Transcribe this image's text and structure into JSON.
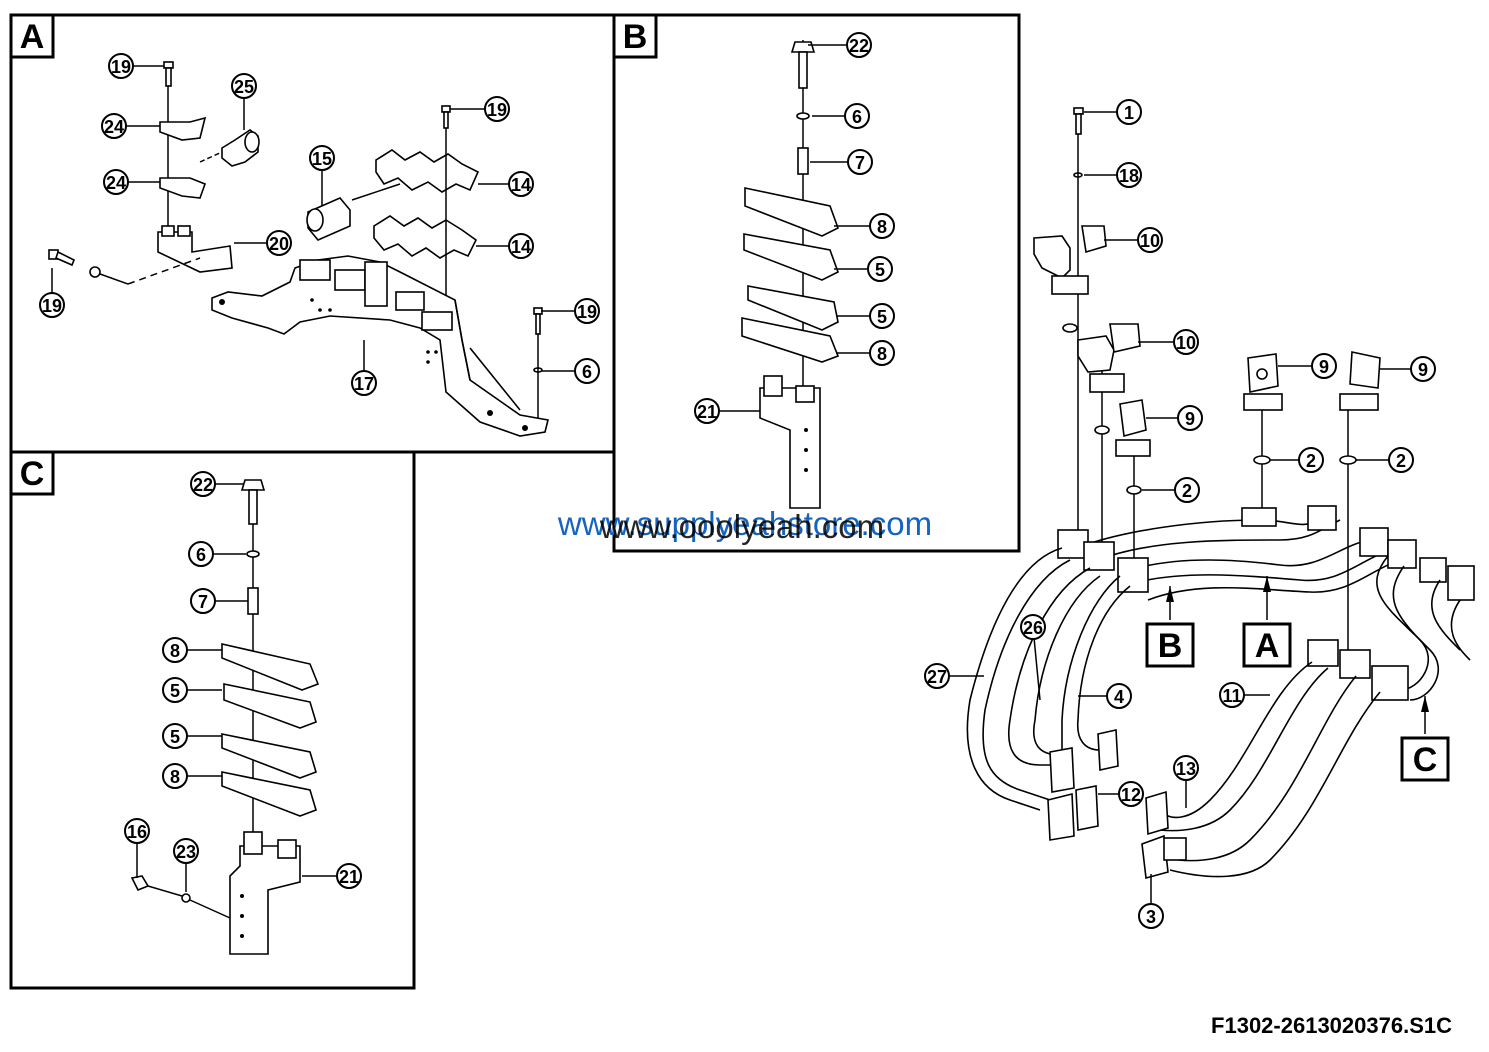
{
  "drawing_code": "F1302-2613020376.S1C",
  "watermarks": [
    "www.supplyeahstore.com",
    "www.ooolyeah.com"
  ],
  "colors": {
    "watermark_blue": "#1565c0",
    "watermark_black": "#000000",
    "line": "#000000"
  },
  "panels": [
    {
      "id": "A",
      "label": "A"
    },
    {
      "id": "B",
      "label": "B"
    },
    {
      "id": "C",
      "label": "C"
    }
  ],
  "view_markers": [
    {
      "id": "B",
      "label": "B"
    },
    {
      "id": "A",
      "label": "A"
    },
    {
      "id": "C",
      "label": "C"
    }
  ],
  "callouts": {
    "panel_a": [
      "19",
      "25",
      "24",
      "24",
      "15",
      "19",
      "14",
      "14",
      "20",
      "19",
      "19",
      "6",
      "17"
    ],
    "panel_b": [
      "22",
      "6",
      "7",
      "8",
      "5",
      "5",
      "8",
      "21"
    ],
    "panel_c": [
      "22",
      "6",
      "7",
      "8",
      "5",
      "5",
      "8",
      "16",
      "23",
      "21"
    ],
    "main": [
      "1",
      "18",
      "10",
      "10",
      "9",
      "9",
      "9",
      "2",
      "2",
      "2",
      "26",
      "27",
      "4",
      "11",
      "13",
      "12",
      "3"
    ]
  }
}
